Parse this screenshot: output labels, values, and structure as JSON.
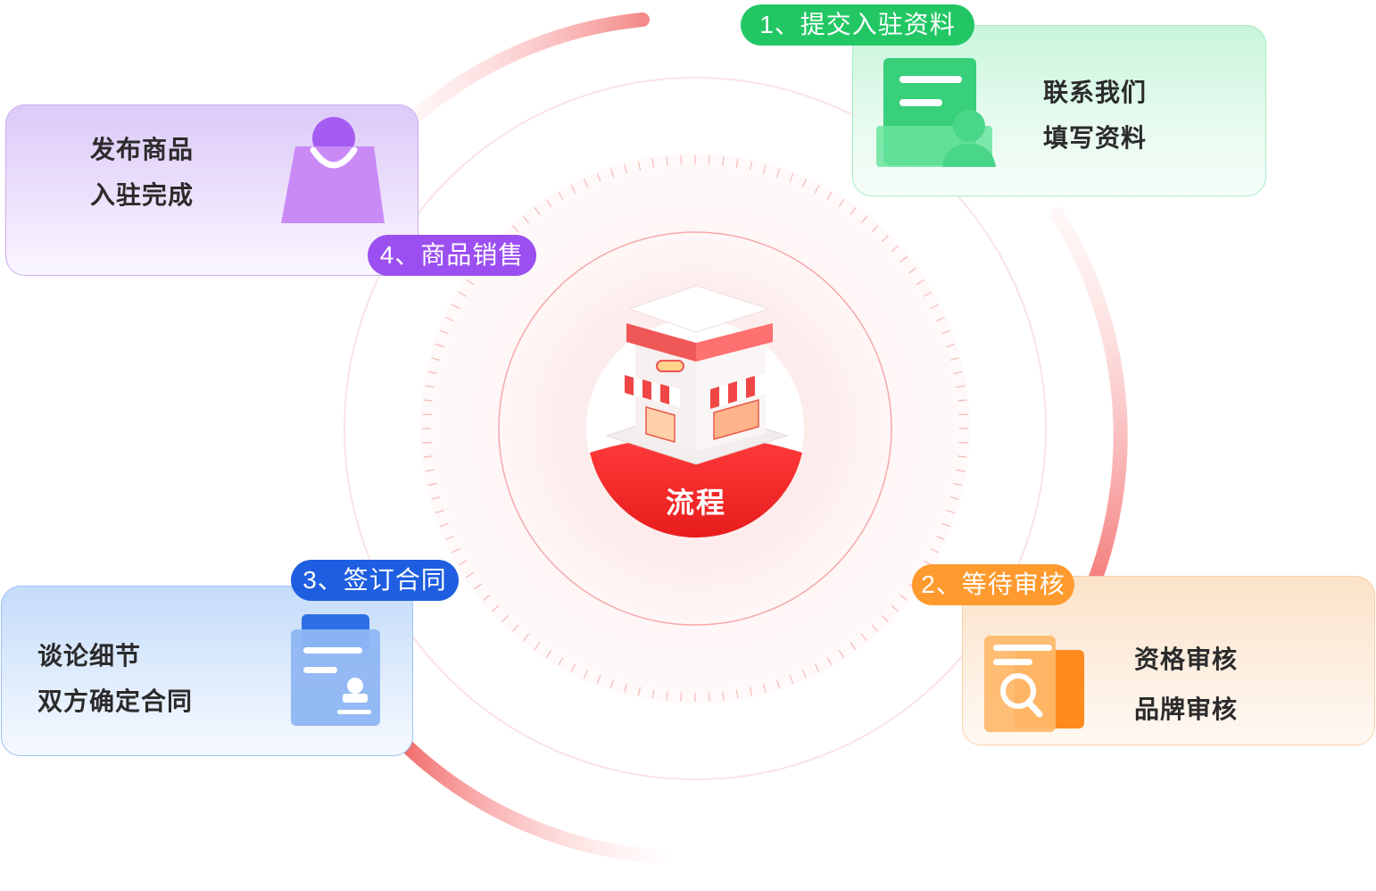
{
  "center": {
    "label": "流程",
    "icon": "store-icon"
  },
  "colors": {
    "accent_red": "#f23a3a",
    "step1": "#22c764",
    "step2": "#ff9a2e",
    "step3": "#1f5ee0",
    "step4": "#9b4ff0"
  },
  "steps": [
    {
      "pill": "1、提交入驻资料",
      "lines": [
        "联系我们",
        "填写资料"
      ],
      "icon": "document-user-icon"
    },
    {
      "pill": "2、等待审核",
      "lines": [
        "资格审核",
        "品牌审核"
      ],
      "icon": "document-search-icon"
    },
    {
      "pill": "3、签订合同",
      "lines": [
        "谈论细节",
        "双方确定合同"
      ],
      "icon": "contract-stamp-icon"
    },
    {
      "pill": "4、商品销售",
      "lines": [
        "发布商品",
        "入驻完成"
      ],
      "icon": "shopping-bag-icon"
    }
  ]
}
